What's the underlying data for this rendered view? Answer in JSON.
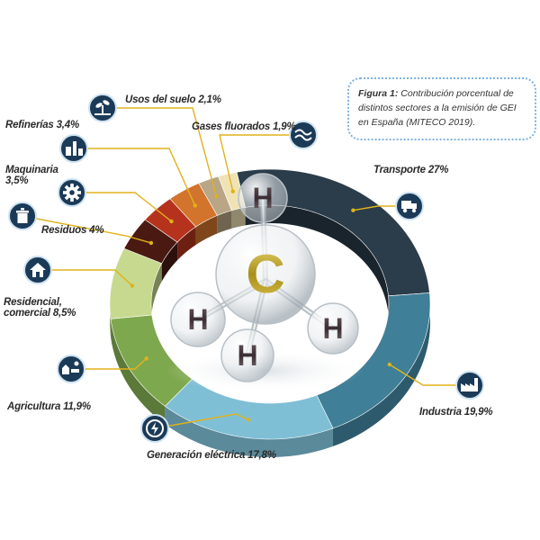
{
  "caption": {
    "figure_label": "Figura 1:",
    "text": "Contribución porcentual de distintos sectores a la emisión de GEI en España (MITECO 2019)."
  },
  "molecule": {
    "center": "C",
    "outer": "H"
  },
  "chart_data": {
    "type": "pie",
    "style": "3d-ring",
    "categories": [
      "Transporte",
      "Industria",
      "Generación eléctrica",
      "Agricultura",
      "Residencial, comercial",
      "Residuos",
      "Maquinaria",
      "Refinerías",
      "Usos del suelo",
      "Gases fluorados"
    ],
    "values": [
      27,
      19.9,
      17.8,
      11.9,
      8.5,
      4,
      3.5,
      3.4,
      2.1,
      1.9
    ],
    "labels": [
      "Transporte 27%",
      "Industria 19,9%",
      "Generación eléctrica 17,8%",
      "Agricultura 11,9%",
      "Residencial, comercial 8,5%",
      "Residuos 4%",
      "Maquinaria 3,5%",
      "Refinerías 3,4%",
      "Usos del suelo 2,1%",
      "Gases fluorados 1,9%"
    ],
    "colors": [
      "#2b3c4a",
      "#3f7f97",
      "#7fbfd6",
      "#7ea84e",
      "#c6d98f",
      "#4a1a12",
      "#b5331d",
      "#d2742c",
      "#b9a686",
      "#efe3b6"
    ],
    "icons": [
      "truck-icon",
      "factory-icon",
      "power-icon",
      "farm-icon",
      "house-icon",
      "trash-icon",
      "gear-icon",
      "refinery-icon",
      "plant-icon",
      "fluorine-gas-icon"
    ]
  }
}
